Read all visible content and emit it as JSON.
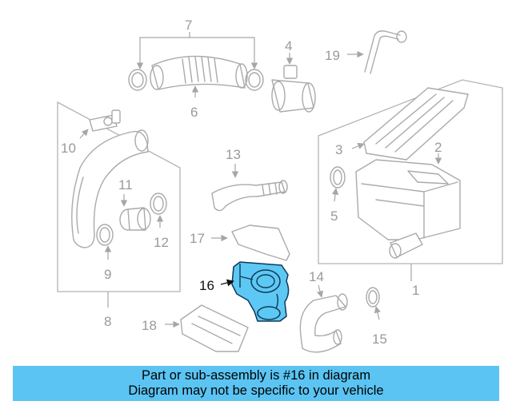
{
  "diagram": {
    "callouts": [
      "1",
      "2",
      "3",
      "4",
      "5",
      "6",
      "7",
      "8",
      "9",
      "10",
      "11",
      "12",
      "13",
      "14",
      "15",
      "16",
      "17",
      "18",
      "19"
    ],
    "highlighted_part": "16",
    "colors": {
      "highlight": "#5ec8f5",
      "banner": "#5bc4f3",
      "line": "#aaaaaa"
    }
  },
  "banner": {
    "line1": "Part or sub-assembly is #16 in diagram",
    "line2": "Diagram may not be specific to your vehicle"
  }
}
